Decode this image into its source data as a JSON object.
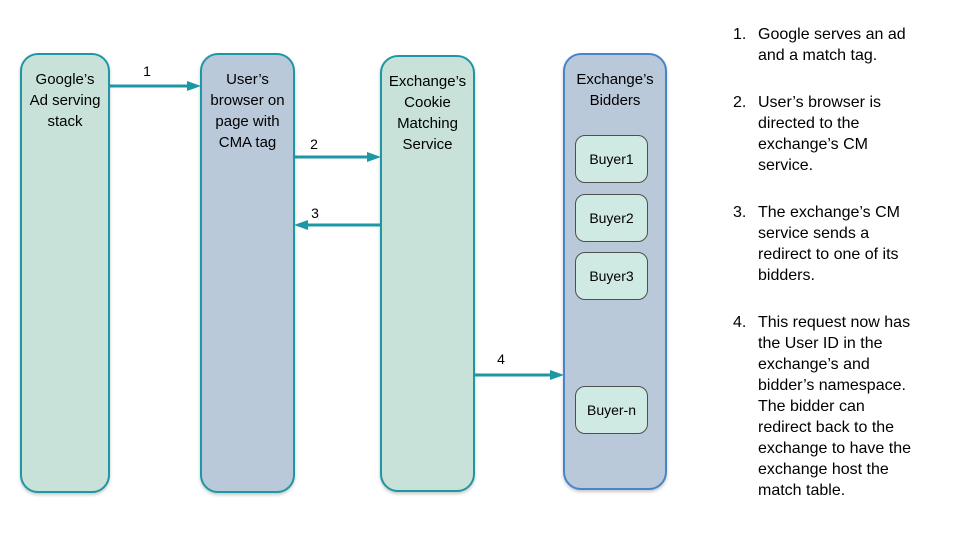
{
  "colors": {
    "teal_border": "#1e97a4",
    "green_fill": "#c8e2d9",
    "blue_fill": "#b9c9d9",
    "bidders_border": "#4a84c8",
    "buyer_fill": "#cfeae3",
    "buyer_border": "#4f4f4f",
    "arrow": "#1e97a4",
    "text": "#000000"
  },
  "nodes": {
    "google": {
      "label": "Google’s\nAd serving\nstack"
    },
    "browser": {
      "label": "User’s\nbrowser on\npage with\nCMA tag"
    },
    "cm": {
      "label": "Exchange’s\nCookie\nMatching\nService"
    },
    "bidders": {
      "label": "Exchange’s\nBidders"
    }
  },
  "buyers": [
    "Buyer1",
    "Buyer2",
    "Buyer3",
    "Buyer-n"
  ],
  "arrows": [
    {
      "num": "1",
      "from": "google",
      "to": "browser"
    },
    {
      "num": "2",
      "from": "browser",
      "to": "cm"
    },
    {
      "num": "3",
      "from": "cm",
      "to": "browser"
    },
    {
      "num": "4",
      "from": "cm",
      "to": "bidders"
    }
  ],
  "steps": [
    {
      "num": "1.",
      "text": "Google serves an ad\nand a match tag."
    },
    {
      "num": "2.",
      "text": "User’s browser is\ndirected to the\nexchange’s CM\nservice."
    },
    {
      "num": "3.",
      "text": "The exchange’s CM\nservice sends a\nredirect to one of its\nbidders."
    },
    {
      "num": "4.",
      "text": "This request now has\nthe User ID in the\nexchange’s and\nbidder’s namespace.\nThe bidder can\nredirect back to the\nexchange to have the\nexchange host the\nmatch table."
    }
  ]
}
